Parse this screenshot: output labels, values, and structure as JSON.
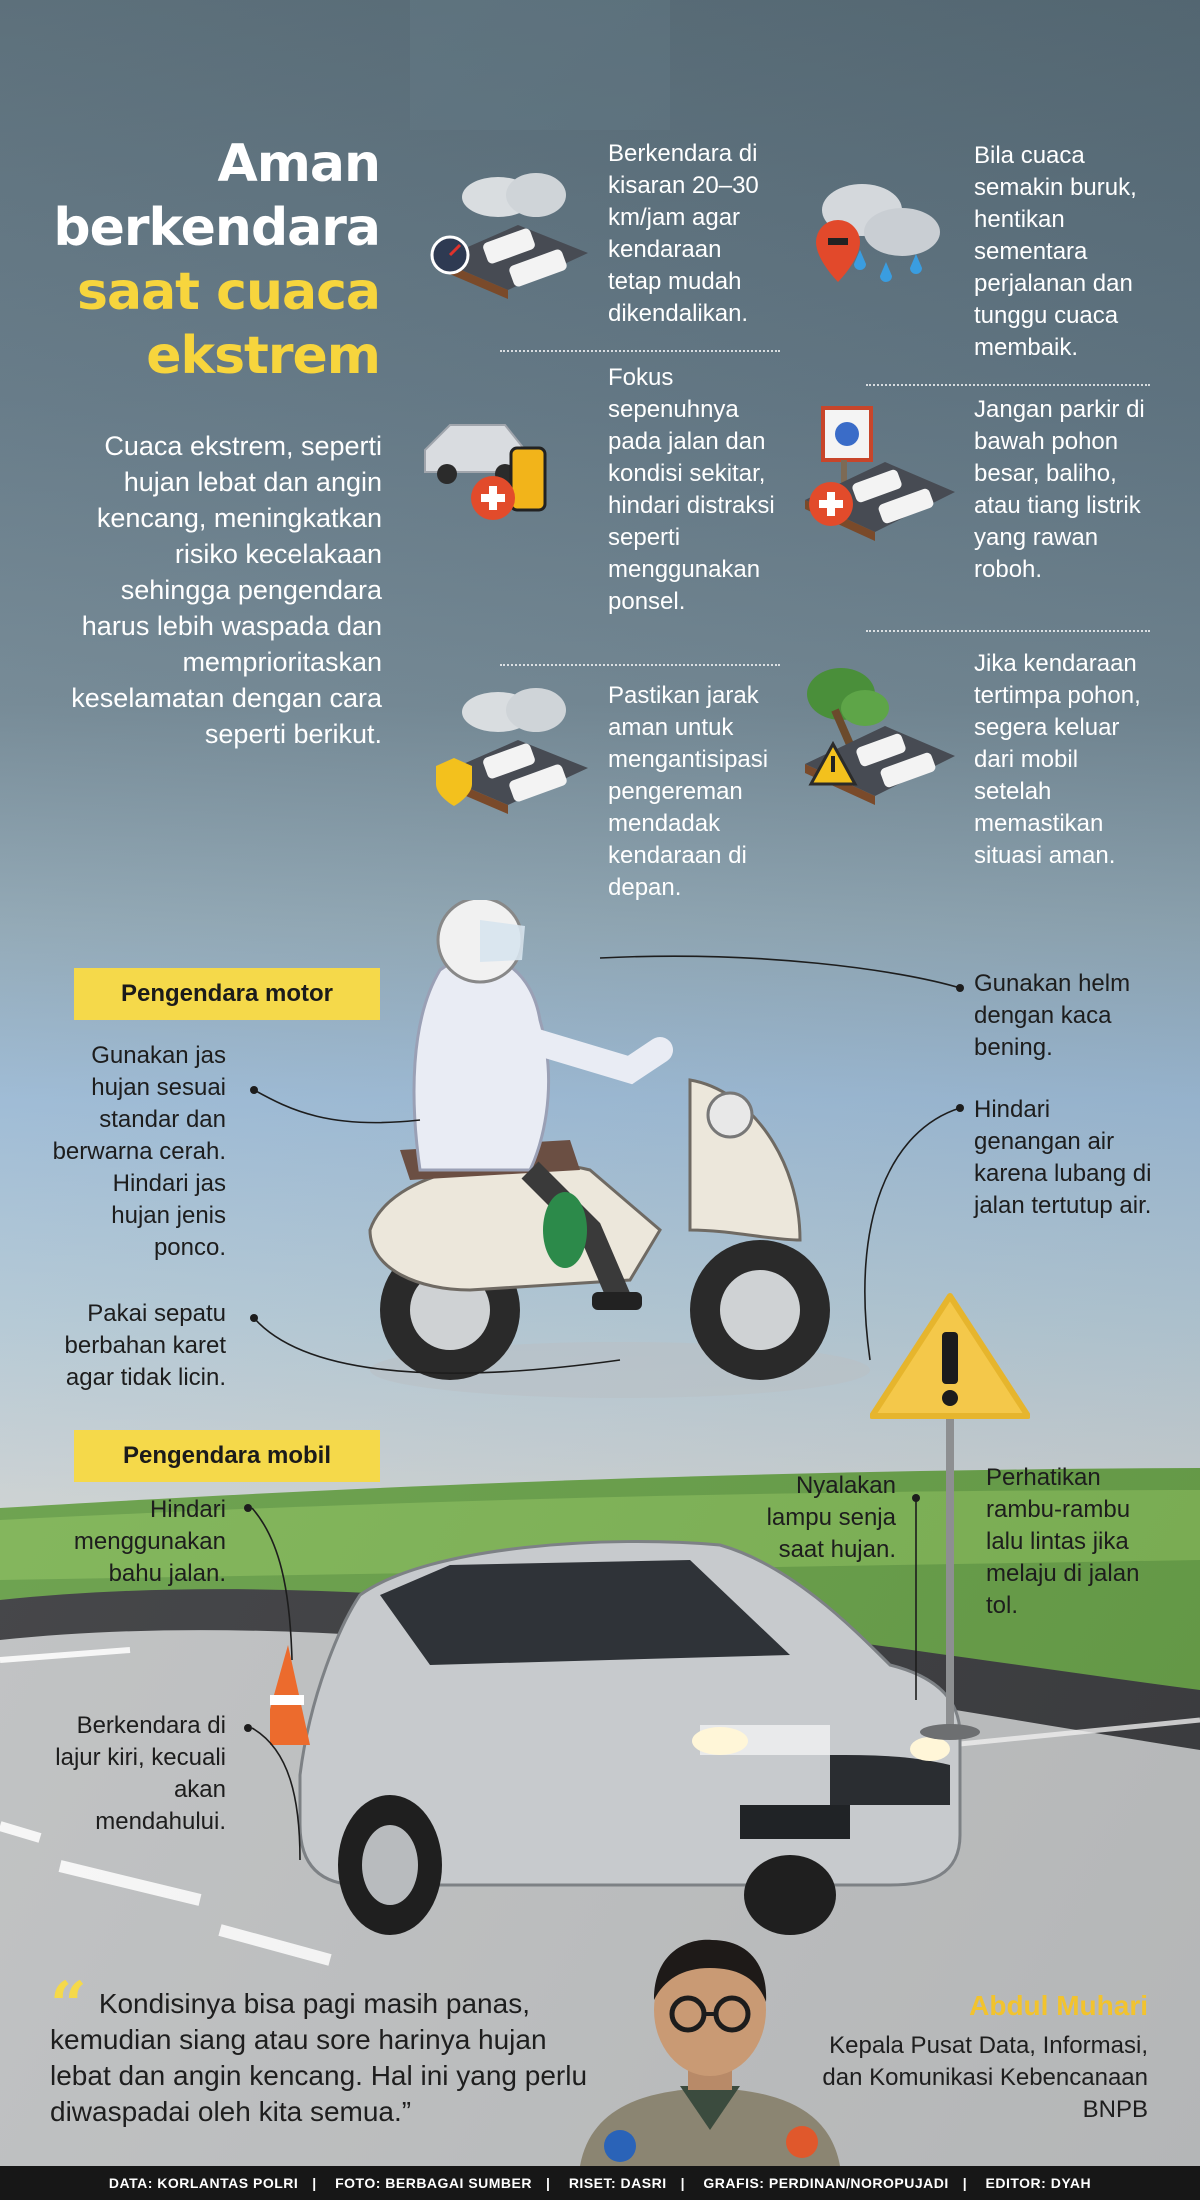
{
  "header": {
    "title_line1": "Aman",
    "title_line2": "berkendara",
    "title_line3": "saat cuaca",
    "title_line4": "ekstrem"
  },
  "intro": "Cuaca ekstrem, seperti hujan lebat dan angin kencang, meningkatkan risiko kecelakaan sehingga pengendara harus lebih waspada dan memprioritaskan keselamatan dengan cara seperti berikut.",
  "tips": [
    {
      "icon": "cars-speedometer-rain-icon",
      "text": "Berkendara di kisaran 20–30 km/jam agar kendaraan tetap mudah dikendalikan."
    },
    {
      "icon": "car-phone-warning-icon",
      "text": "Fokus sepenuhnya pada jalan dan kondisi sekitar, hindari distraksi seperti menggunakan ponsel."
    },
    {
      "icon": "cars-shield-distance-icon",
      "text": "Pastikan jarak aman untuk mengantisipasi pengereman mendadak kendaraan di depan."
    },
    {
      "icon": "storm-cloud-stop-icon",
      "text": "Bila cuaca semakin buruk, hentikan sementara perjalanan dan tunggu cuaca membaik."
    },
    {
      "icon": "billboard-cars-warning-icon",
      "text": "Jangan parkir di bawah pohon besar, baliho, atau tiang listrik yang rawan roboh."
    },
    {
      "icon": "fallen-tree-warning-icon",
      "text": "Jika kendaraan tertimpa pohon, segera keluar dari mobil setelah memastikan situasi aman."
    }
  ],
  "motor": {
    "label": "Pengendara motor",
    "left_1": "Gunakan jas hujan sesuai standar dan berwarna cerah. Hindari jas hujan jenis ponco.",
    "left_2": "Pakai sepatu berbahan karet agar tidak licin.",
    "right_1": "Gunakan helm dengan kaca bening.",
    "right_2": "Hindari genangan air karena lubang di jalan tertutup air."
  },
  "mobil": {
    "label": "Pengendara mobil",
    "left_1": "Hindari menggunakan bahu jalan.",
    "left_2": "Berkendara di lajur kiri, kecuali akan mendahului.",
    "center": "Nyalakan lampu senja saat hujan.",
    "right": "Perhatikan rambu-rambu lalu lintas jika melaju di jalan tol."
  },
  "quote": {
    "mark": "“",
    "text": "Kondisinya bisa pagi masih panas, kemudian siang atau sore harinya hujan lebat dan angin kencang. Hal ini yang perlu diwaspadai oleh kita semua.”",
    "speaker": "Abdul Muhari",
    "role": "Kepala Pusat Data, Informasi, dan Komunikasi Kebencanaan  BNPB"
  },
  "credits": [
    "DATA: KORLANTAS POLRI",
    "FOTO: BERBAGAI SUMBER",
    "RISET: DASRI",
    "GRAFIS: PERDINAN/NOROPUJADI",
    "EDITOR: DYAH"
  ],
  "colors": {
    "accent_yellow": "#f5d94a",
    "title_yellow": "#f7d53d",
    "footer": "#171717"
  }
}
